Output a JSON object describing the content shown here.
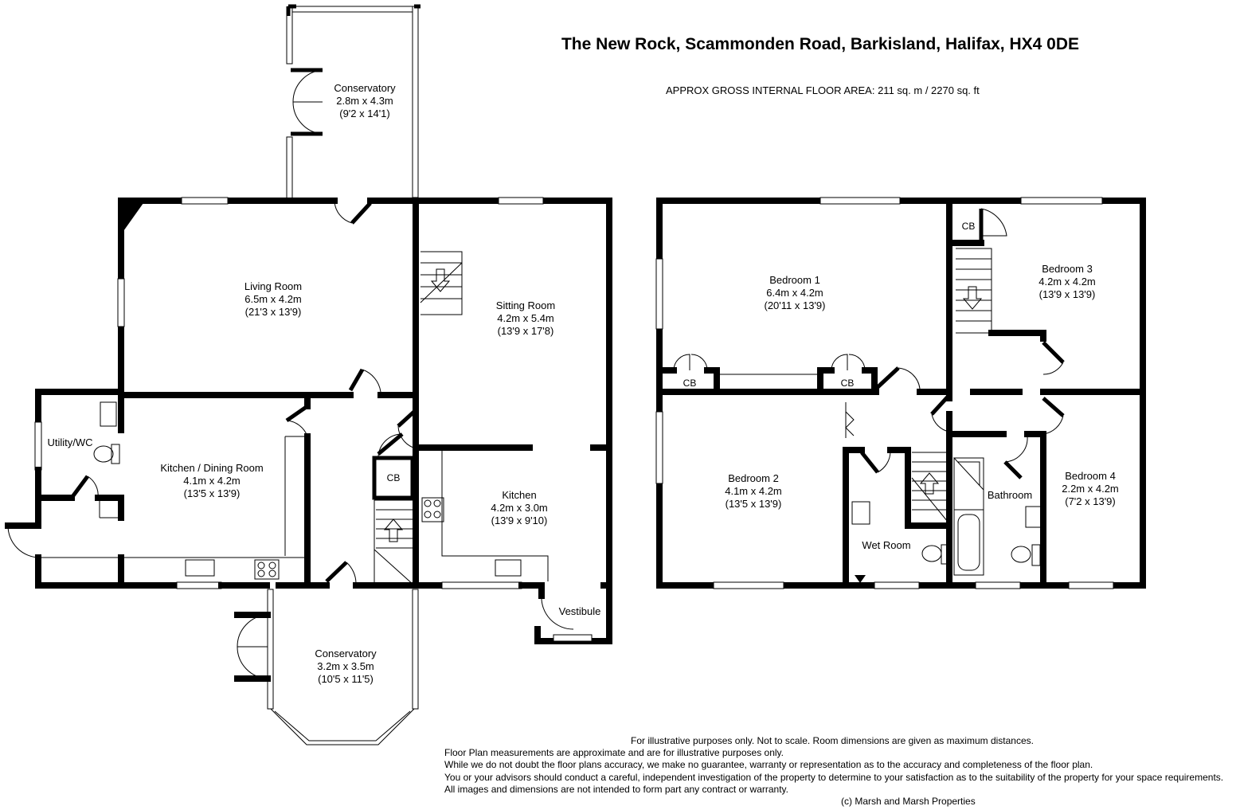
{
  "header": {
    "title": "The New Rock, Scammonden Road, Barkisland, Halifax, HX4 0DE",
    "area": "APPROX GROSS INTERNAL FLOOR AREA:  211 sq. m  / 2270 sq. ft"
  },
  "ground_floor": {
    "conservatory_rear": {
      "name": "Conservatory",
      "metric": "2.8m x 4.3m",
      "imperial": "(9'2 x 14'1)"
    },
    "living_room": {
      "name": "Living Room",
      "metric": "6.5m x 4.2m",
      "imperial": "(21'3 x 13'9)"
    },
    "sitting_room": {
      "name": "Sitting Room",
      "metric": "4.2m x 5.4m",
      "imperial": "(13'9 x 17'8)"
    },
    "utility": {
      "name": "Utility/WC"
    },
    "kitchen_dining": {
      "name": "Kitchen / Dining Room",
      "metric": "4.1m x 4.2m",
      "imperial": "(13'5 x 13'9)"
    },
    "cb": "CB",
    "kitchen": {
      "name": "Kitchen",
      "metric": "4.2m x 3.0m",
      "imperial": "(13'9 x 9'10)"
    },
    "vestibule": "Vestibule",
    "conservatory_front": {
      "name": "Conservatory",
      "metric": "3.2m x 3.5m",
      "imperial": "(10'5 x 11'5)"
    }
  },
  "first_floor": {
    "bedroom1": {
      "name": "Bedroom 1",
      "metric": "6.4m x 4.2m",
      "imperial": "(20'11 x 13'9)"
    },
    "cb_top": "CB",
    "bedroom3": {
      "name": "Bedroom 3",
      "metric": "4.2m x 4.2m",
      "imperial": "(13'9 x 13'9)"
    },
    "cb_left": "CB",
    "cb_right": "CB",
    "bedroom2": {
      "name": "Bedroom 2",
      "metric": "4.1m x 4.2m",
      "imperial": "(13'5 x 13'9)"
    },
    "bathroom": "Bathroom",
    "bedroom4": {
      "name": "Bedroom 4",
      "metric": "2.2m x 4.2m",
      "imperial": "(7'2 x 13'9)"
    },
    "wet_room": "Wet Room"
  },
  "disclaimer": [
    "For illustrative purposes only.  Not to scale.  Room dimensions are given as maximum distances.",
    "Floor Plan measurements are approximate and are for illustrative purposes only.",
    "While we do not doubt the floor plans accuracy, we make no guarantee, warranty or representation as to the accuracy and completeness of the floor plan.",
    "You or your advisors should conduct a careful, independent investigation of the property to determine to your satisfaction as to the suitability of the property for your space requirements.",
    " All images and dimensions are not intended to form part any contract or warranty."
  ],
  "copyright": "(c) Marsh and Marsh Properties",
  "colors": {
    "wall": "#000000",
    "background": "#ffffff",
    "window": "#ffffff"
  }
}
